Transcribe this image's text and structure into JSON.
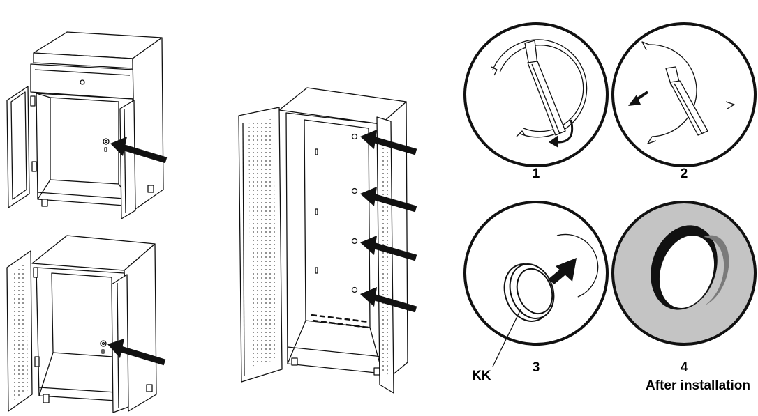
{
  "diagram": {
    "step_labels": [
      "1",
      "2",
      "3",
      "4"
    ],
    "part_label": "KK",
    "final_caption": "After installation",
    "colors": {
      "line": "#111111",
      "arrow": "#111111",
      "grommet_fill": "#c4c4c4",
      "background": "#ffffff"
    },
    "icons": [
      "cabinet-with-drawer",
      "two-door-cabinet",
      "tall-cabinet",
      "arrow",
      "screwdriver",
      "knockout-disc",
      "grommet"
    ]
  }
}
